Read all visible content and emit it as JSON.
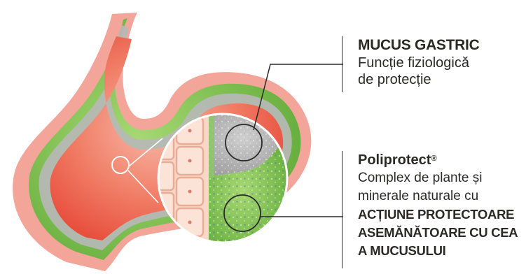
{
  "labels": {
    "mucus": {
      "title": "MUCUS GASTRIC",
      "line1": "Funcție fiziologică",
      "line2": "de protecție"
    },
    "poliprotect": {
      "title": "Poliprotect",
      "trademark": "®",
      "line1": "Complex de plante și",
      "line2": "minerale naturale cu",
      "emphasis1": "ACȚIUNE PROTECTOARE",
      "emphasis2": "ASEMĂNĂTOARE CU CEA",
      "emphasis3": "A MUCUSULUI"
    }
  },
  "colors": {
    "stomach_outer": "#f3a59a",
    "stomach_inner": "#ee5a48",
    "mucosa_green": "#7cbf4a",
    "mucus_grey": "#b8b8b8",
    "cell_wall": "#f6c8b7",
    "pointer_line": "#2b2a29"
  }
}
